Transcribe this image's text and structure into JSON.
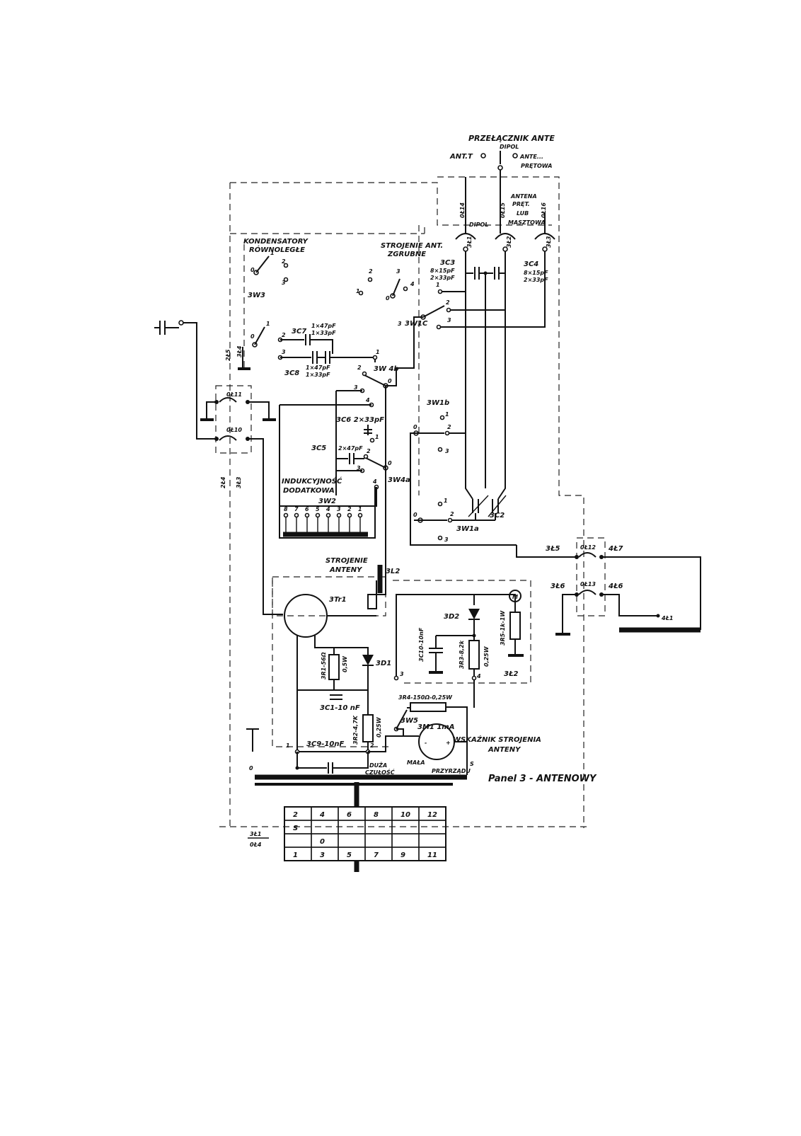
{
  "title": {
    "line1": "PRZEŁĄCZNIK ANTE",
    "dipol_small": "DIPOL",
    "ant_t": "ANT.T",
    "antenna_right": "ANTE...",
    "pretowa": "PRĘTOWA"
  },
  "antenna_header": {
    "antena": "ANTENA",
    "pret": "PRĘT.",
    "lub": "LUB",
    "maszt": "MASZTOWA",
    "dipol": "DIPOL"
  },
  "connectors": {
    "ol14": "0Ł14",
    "ol15": "0Ł15",
    "ol16": "0Ł16",
    "l3_1": "3Ł1",
    "l3_2": "3Ł2",
    "l3_3": "3Ł3",
    "l3_4": "3Ł4",
    "l3_5": "3Ł5",
    "l3_6": "3Ł6",
    "l2_5": "2Ł5",
    "l2_4": "2Ł4",
    "l4_7": "4Ł7",
    "l4_6": "4Ł6",
    "l4_1": "4Ł1",
    "l0_4": "0Ł4",
    "ol11": "0Ł11",
    "ol10": "0Ł10",
    "ol12": "0Ł12",
    "ol13": "0Ł13",
    "l3_2b": "3Ł2"
  },
  "labels": {
    "kondensatory": "KONDENSATORY",
    "rownolegle": "RÓWNOLEGŁE",
    "strojenie_ant": "STROJENIE ANT.",
    "zgrubne": "ZGRUBNE",
    "w3": "3W3",
    "w1c": "3W1C",
    "w4b": "3W 4b",
    "w1b": "3W1b",
    "w4a": "3W4a",
    "w1a": "3W1a",
    "w2": "3W2",
    "w5": "3W5",
    "indukcyjnosc": "INDUKCYJNOŚĆ",
    "dodatkowa": "DODATKOWA",
    "strojenie_anteny1": "STROJENIE",
    "strojenie_anteny2": "ANTENY",
    "l2": "3L2",
    "tr1": "3Tr1",
    "d1": "3D1",
    "d2": "3D2",
    "c1": "3C1-10 nF",
    "c9": "3C9-10nF",
    "c10": "3C10-10nF",
    "r1": "3R1-56Ω",
    "r1w": "0,5W",
    "r2": "3R2-4,7K",
    "r2w": "0,25W",
    "r3": "3R3-8,2k",
    "r3w": "0,25W",
    "r4": "3R4-150Ω-0,25W",
    "r5": "3R5-1k-1W",
    "m1": "3M1 1mA",
    "wskaznik1": "WSKAŹNIK STROJENIA",
    "wskaznik2": "ANTENY",
    "duza1": "DUŻA",
    "duza2": "CZUŁOŚĆ",
    "mala1": "MAŁA",
    "mala2": "PRZYRZĄDU",
    "s": "S",
    "panel": "Panel 3 - ANTENOWY",
    "c2": "3C2",
    "c3": "3C3",
    "c3a": "8×15pF",
    "c3b": "2×33pF",
    "c4": "3C4",
    "c4a": "8×15pF",
    "c4b": "2×33pF",
    "c5": "3C5",
    "c5v": "2×47pF",
    "c6": "3C6 2×33pF",
    "c7": "3C7",
    "c7a": "1×47pF",
    "c7b": "1×33pF",
    "c8": "3C8",
    "c8a": "1×47pF",
    "c8b": "1×33pF",
    "m_circle": "M"
  },
  "ind_taps": [
    "8",
    "7",
    "6",
    "5",
    "4",
    "3",
    "2",
    "1"
  ],
  "pin_numbers": {
    "p0": "0",
    "p1": "1",
    "p2": "2",
    "p3": "3",
    "p4": "4",
    "p5": "5"
  },
  "terminal_table": {
    "top": [
      "2",
      "4",
      "6",
      "8",
      "10",
      "12"
    ],
    "middle1": [
      "S",
      "",
      "",
      "",
      "",
      ""
    ],
    "middle2": [
      "",
      "0",
      "",
      "",
      "",
      ""
    ],
    "bottom": [
      "1",
      "3",
      "5",
      "7",
      "9",
      "11"
    ]
  }
}
